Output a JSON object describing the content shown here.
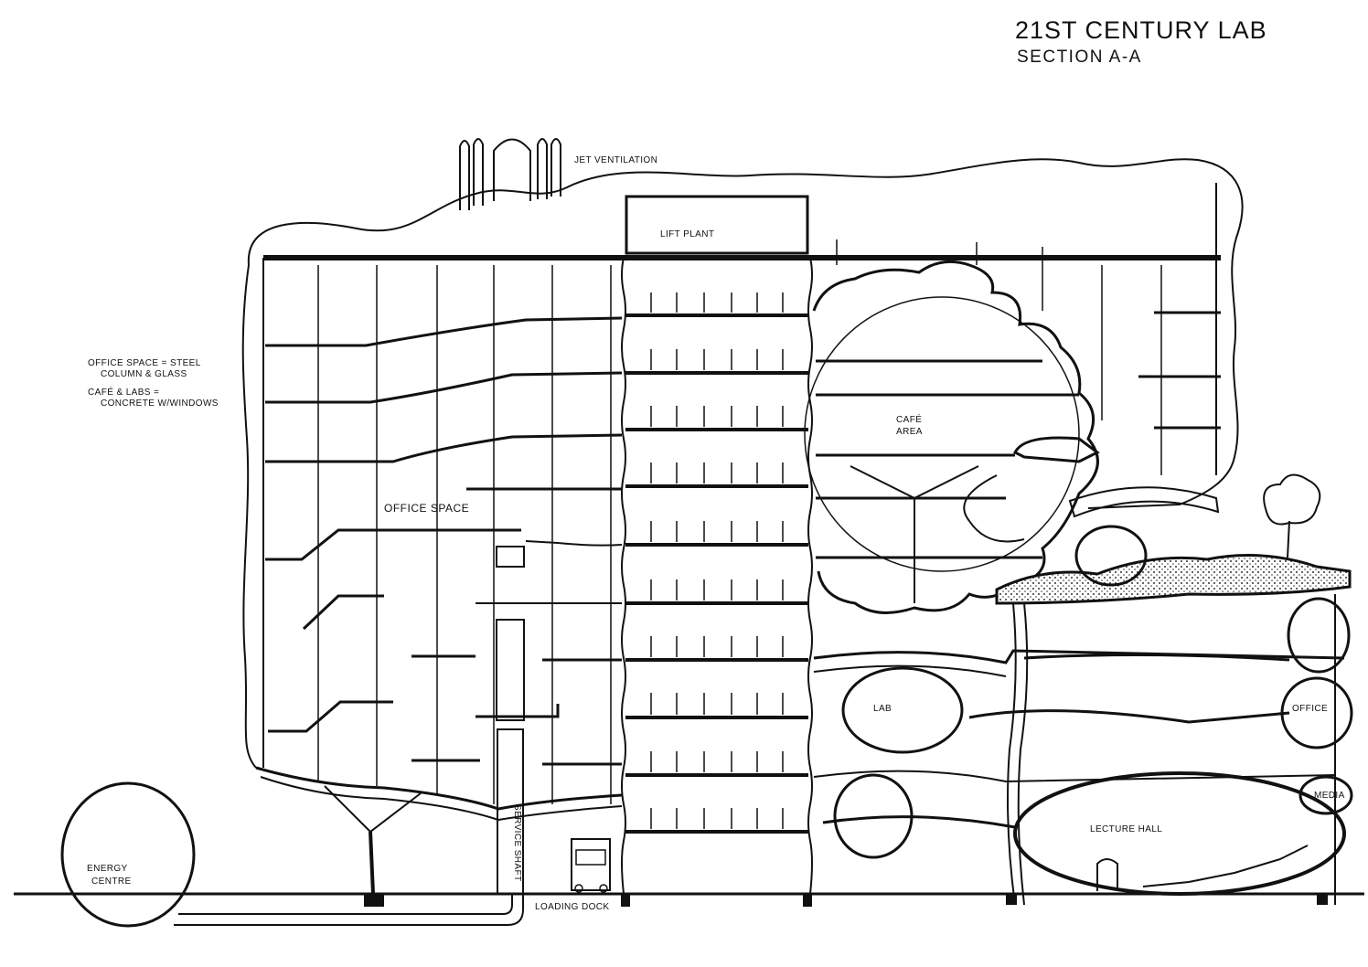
{
  "title": {
    "main": "21ST CENTURY LAB",
    "sub": "SECTION A-A"
  },
  "labels": {
    "jet_ventilation": "JET VENTILATION",
    "lift_plant": "LIFT PLANT",
    "note_line1": "OFFICE SPACE = STEEL",
    "note_line2": "COLUMN & GLASS",
    "note_line3": "CAFÉ & LABS =",
    "note_line4": "CONCRETE W/WINDOWS",
    "office_space": "OFFICE SPACE",
    "cafe_area_1": "CAFÉ",
    "cafe_area_2": "AREA",
    "lab": "LAB",
    "office": "OFFICE",
    "media": "MEDIA",
    "lecture_hall": "LECTURE HALL",
    "energy_centre_1": "ENERGY",
    "energy_centre_2": "CENTRE",
    "service_shaft": "SERVICE SHAFT",
    "loading_dock": "LOADING DOCK"
  },
  "colors": {
    "ink": "#111111",
    "paper": "#ffffff",
    "hatch": "#333333"
  }
}
